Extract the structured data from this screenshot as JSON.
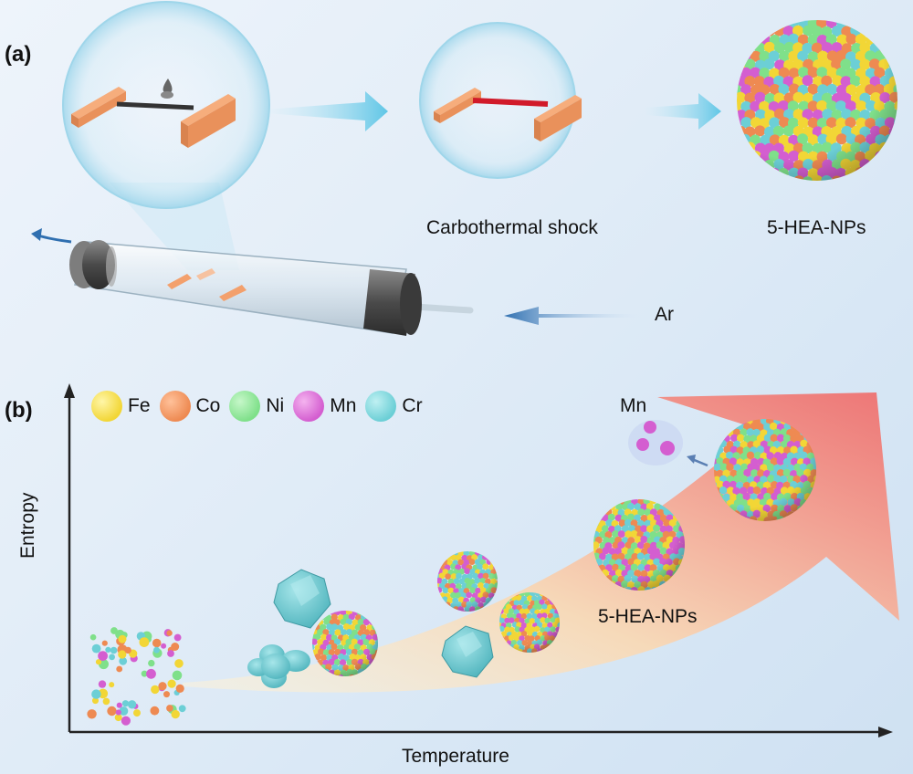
{
  "panel_a": {
    "label": "(a)",
    "step_label": "Carbothermal shock",
    "product_label": "5-HEA-NPs",
    "gas_label": "Ar"
  },
  "panel_b": {
    "label": "(b)",
    "x_axis": "Temperature",
    "y_axis": "Entropy",
    "mn_label": "Mn",
    "product_label": "5-HEA-NPs",
    "legend": [
      {
        "name": "Fe",
        "color": "#f2d636"
      },
      {
        "name": "Co",
        "color": "#ee8a52"
      },
      {
        "name": "Ni",
        "color": "#7fe08a"
      },
      {
        "name": "Mn",
        "color": "#d45ed0"
      },
      {
        "name": "Cr",
        "color": "#6ccfd6"
      }
    ]
  }
}
